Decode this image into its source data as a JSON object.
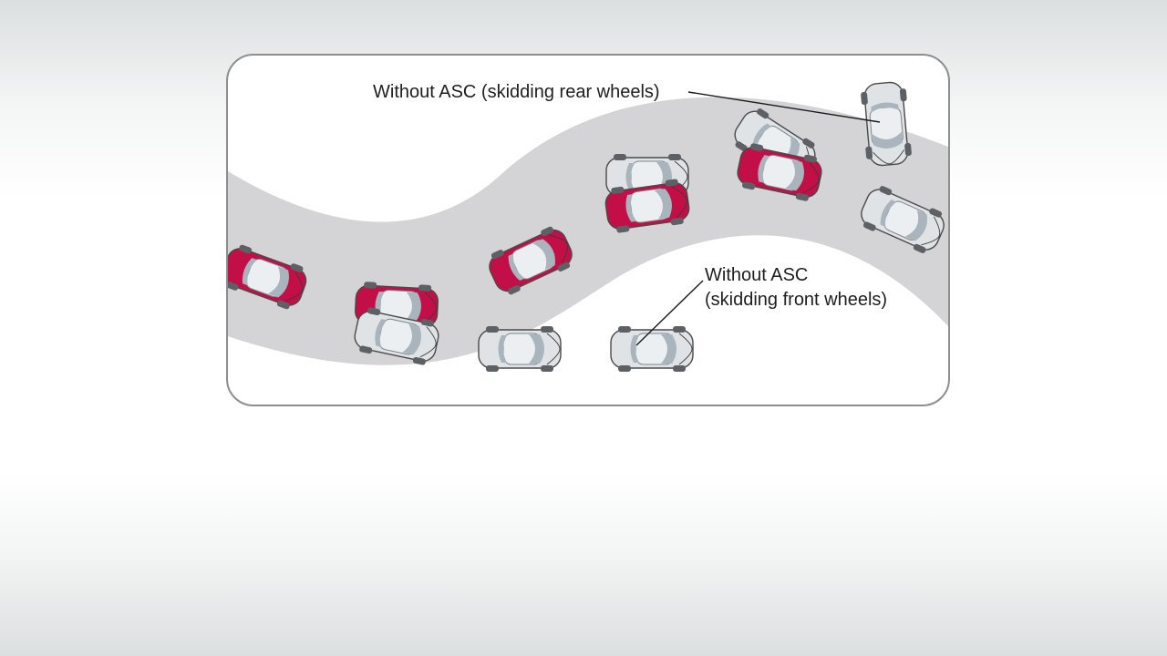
{
  "labels": {
    "rear": "Without ASC (skidding rear wheels)",
    "front_line1": "Without ASC",
    "front_line2": "(skidding front wheels)"
  },
  "colors": {
    "road": "#d4d4d6",
    "frame": "#8e8e8e",
    "red_car": "#c20f47",
    "silver_car": "#dfe3e6",
    "leader": "#1a1a1a"
  },
  "cars": [
    {
      "variant": "red"
    },
    {
      "variant": "red"
    },
    {
      "variant": "silver"
    },
    {
      "variant": "red"
    },
    {
      "variant": "silver"
    },
    {
      "variant": "silver"
    },
    {
      "variant": "silver"
    },
    {
      "variant": "red"
    },
    {
      "variant": "silver"
    },
    {
      "variant": "red"
    },
    {
      "variant": "silver"
    },
    {
      "variant": "silver"
    },
    {
      "variant": "red"
    }
  ]
}
